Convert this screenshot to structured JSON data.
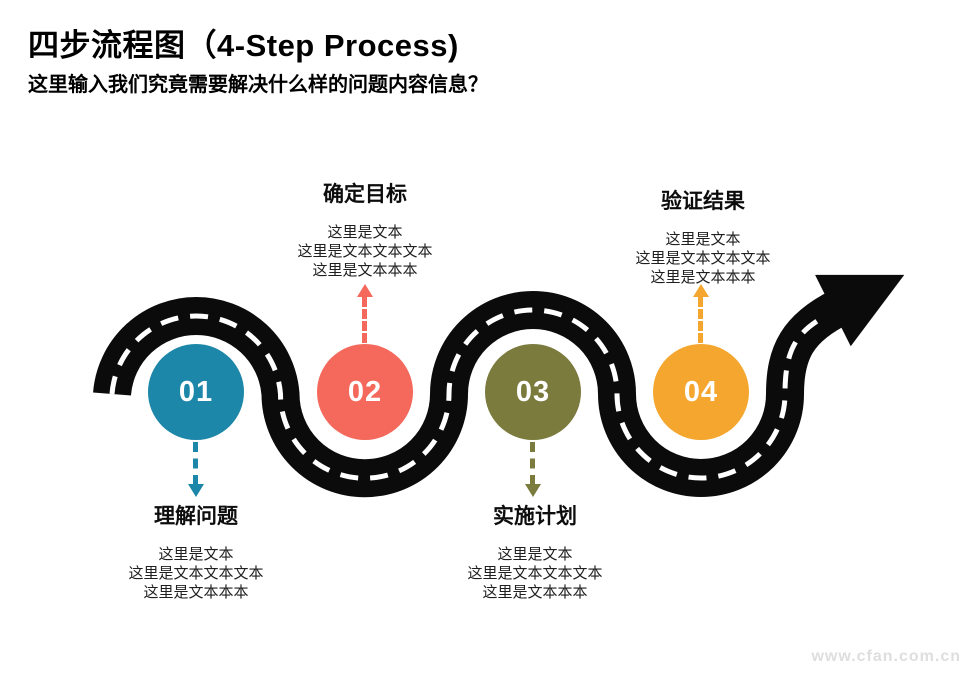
{
  "slide": {
    "title": "四步流程图（4-Step Process)",
    "subtitle": "这里输入我们究竟需要解决什么样的问题内容信息？"
  },
  "road": {
    "color": "#0b0b0b",
    "lane_marking_color": "#ffffff"
  },
  "steps": [
    {
      "number": "01",
      "title": "理解问题",
      "color": "#1d87a9",
      "label_position": "below",
      "lines": [
        "这里是文本",
        "这里是文本文本文本",
        "这里是文本本本"
      ]
    },
    {
      "number": "02",
      "title": "确定目标",
      "color": "#f4695b",
      "label_position": "above",
      "lines": [
        "这里是文本",
        "这里是文本文本文本",
        "这里是文本本本"
      ]
    },
    {
      "number": "03",
      "title": "实施计划",
      "color": "#7a7b3d",
      "label_position": "below",
      "lines": [
        "这里是文本",
        "这里是文本文本文本",
        "这里是文本本本"
      ]
    },
    {
      "number": "04",
      "title": "验证结果",
      "color": "#f4a62e",
      "label_position": "above",
      "lines": [
        "这里是文本",
        "这里是文本文本文本",
        "这里是文本本本"
      ]
    }
  ],
  "watermark": "www.cfan.com.cn"
}
